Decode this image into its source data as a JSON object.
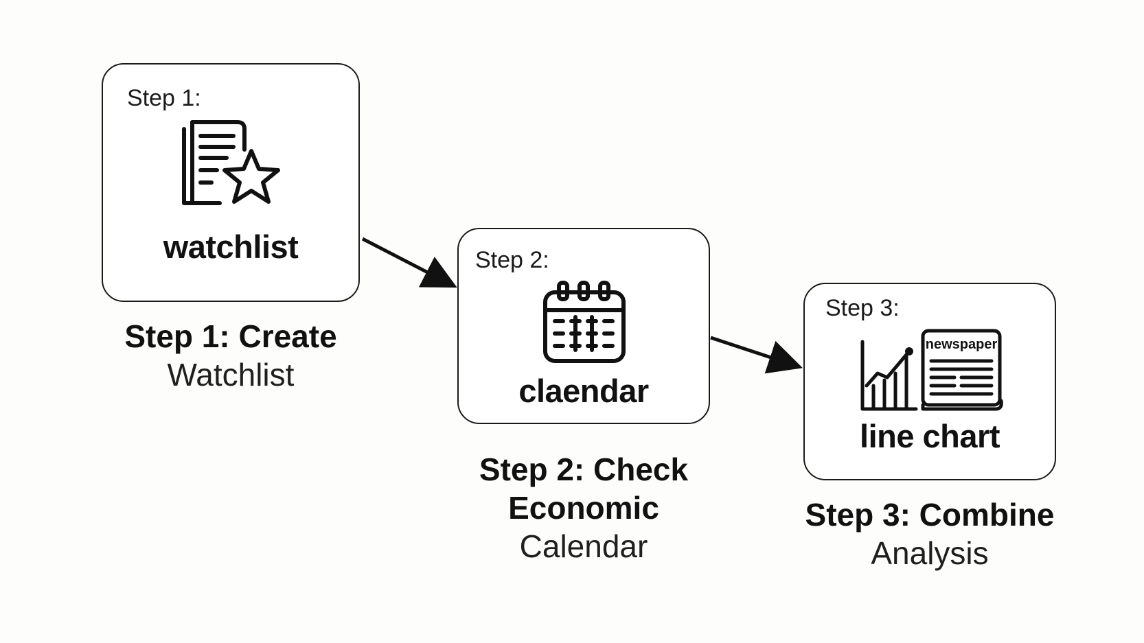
{
  "colors": {
    "ink": "#111111",
    "background": "#fdfdfc",
    "card": "#ffffff"
  },
  "steps": [
    {
      "card_label": "Step 1:",
      "card_word": "watchlist",
      "icon": "watchlist-document-star-icon",
      "caption_bold": "Step 1: Create",
      "caption_light": "Watchlist"
    },
    {
      "card_label": "Step 2:",
      "card_word": "claendar",
      "icon": "calendar-icon",
      "caption_bold_1": "Step 2: Check",
      "caption_bold_2": "Economic",
      "caption_light": "Calendar"
    },
    {
      "card_label": "Step 3:",
      "card_word": "line chart",
      "icon": "line-chart-newspaper-icon",
      "icon_text": "newspaper",
      "caption_bold": "Step 3: Combine",
      "caption_light": "Analysis"
    }
  ],
  "arrows": [
    {
      "from": "step-1",
      "to": "step-2",
      "icon": "arrow-right-down-icon"
    },
    {
      "from": "step-2",
      "to": "step-3",
      "icon": "arrow-right-down-icon"
    }
  ]
}
